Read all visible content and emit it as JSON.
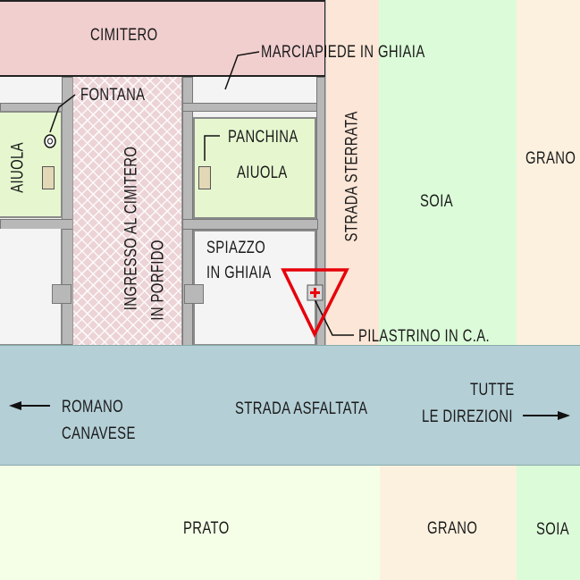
{
  "colors": {
    "cimitero": "#f1cfcf",
    "strada_sterrata": "#fbe6d7",
    "soia": "#dcfcd9",
    "grano": "#fcf1df",
    "prato": "#f5ffe7",
    "strada_asfaltata": "#b4cfd6",
    "aiuola": "#e6f7cf",
    "porfido": "#ecd3d6",
    "segnale": "#e8000b"
  },
  "labels": {
    "cimitero": "CIMITERO",
    "marciapiede": "MARCIAPIEDE IN GHIAIA",
    "fontana": "FONTANA",
    "aiuola_sx": "AIUOLA",
    "panchina": "PANCHINA",
    "aiuola_dx": "AIUOLA",
    "ingresso_line1": "INGRESSO AL CIMITERO",
    "ingresso_line2": "IN PORFIDO",
    "spiazzo_line1": "SPIAZZO",
    "spiazzo_line2": "IN GHIAIA",
    "strada_sterrata": "STRADA STERRATA",
    "soia_nord": "SOIA",
    "grano_nord": "GRANO",
    "pilastrino": "PILASTRINO IN C.A.",
    "romano_line1": "ROMANO",
    "romano_line2": "CANAVESE",
    "strada_asfaltata": "STRADA ASFALTATA",
    "tutte_line1": "TUTTE",
    "tutte_line2": "LE DIREZIONI",
    "prato": "PRATO",
    "grano_sud": "GRANO",
    "soia_sud": "SOIA"
  },
  "icons": {
    "fountain": "fountain-icon",
    "bench_left": "bench-icon",
    "bench_right": "bench-icon",
    "pillar_marker": "warning-triangle-icon",
    "cross": "cross-icon",
    "arrow_left": "arrow-left-icon",
    "arrow_right": "arrow-right-icon"
  }
}
